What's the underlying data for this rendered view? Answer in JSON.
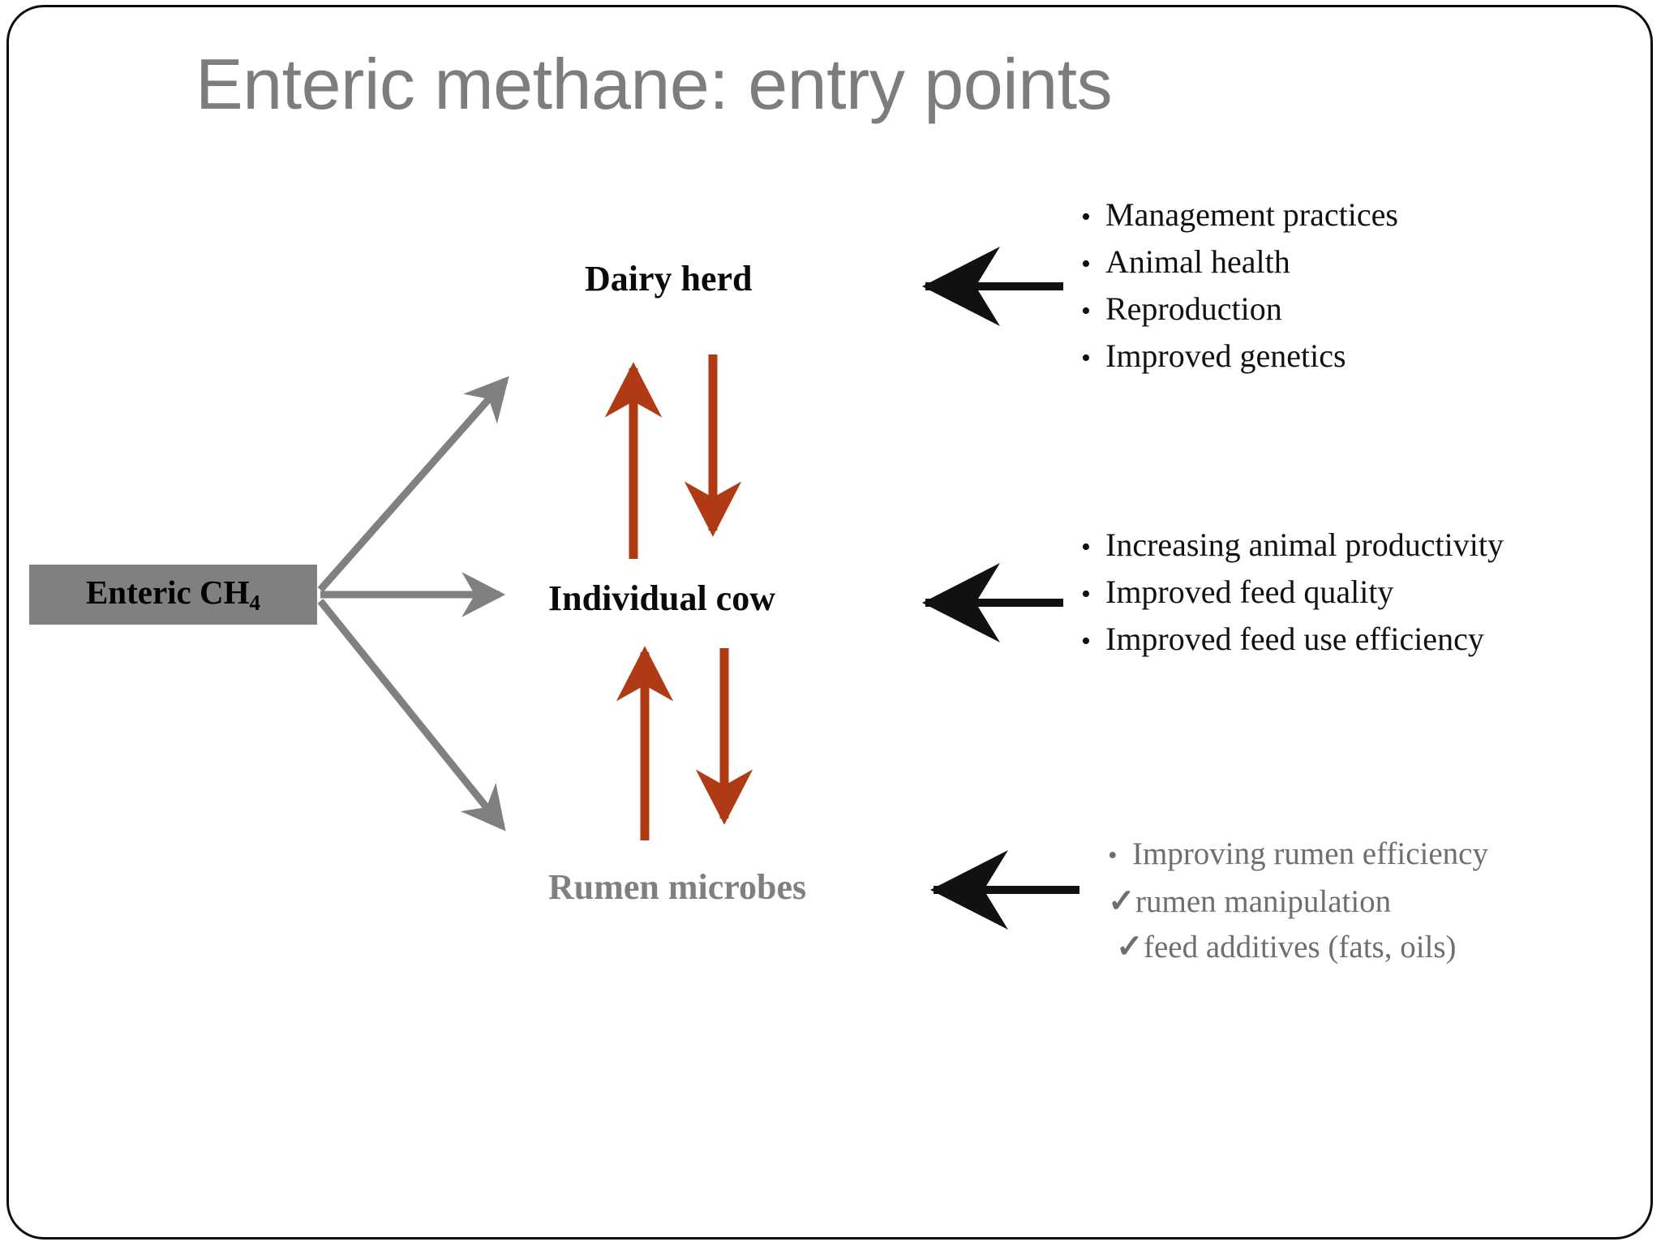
{
  "slide": {
    "title": "Enteric methane: entry points",
    "background_color": "#ffffff",
    "border_color": "#0d0d0d",
    "title_color": "#7d7d7d"
  },
  "source": {
    "label_prefix": "Enteric CH",
    "label_subscript": "4",
    "box_color": "#808080",
    "text_color": "#000000"
  },
  "tiers": [
    {
      "id": "dairy-herd",
      "label": "Dairy herd",
      "color": "#0a0a0a"
    },
    {
      "id": "individual-cow",
      "label": "Individual cow",
      "color": "#0a0a0a"
    },
    {
      "id": "rumen-microbes",
      "label": "Rumen microbes",
      "color": "#808080"
    }
  ],
  "arrow_colors": {
    "source_arrows": "#808080",
    "feedback_arrows": "#b03a14",
    "entry_point_arrows": "#111111"
  },
  "bullet_groups": [
    {
      "id": "herd",
      "target": "Dairy herd",
      "color": "#111111",
      "items": [
        {
          "mark": "•",
          "text": "Management practices"
        },
        {
          "mark": "•",
          "text": "Animal health"
        },
        {
          "mark": "•",
          "text": "Reproduction"
        },
        {
          "mark": "•",
          "text": "Improved genetics"
        }
      ]
    },
    {
      "id": "cow",
      "target": "Individual cow",
      "color": "#111111",
      "items": [
        {
          "mark": "•",
          "text": "Increasing animal productivity"
        },
        {
          "mark": "•",
          "text": "Improved feed quality"
        },
        {
          "mark": "•",
          "text": "Improved feed use efficiency"
        }
      ]
    },
    {
      "id": "rumen",
      "target": "Rumen microbes",
      "color": "#6f6d70",
      "items": [
        {
          "mark": "•",
          "text": "Improving rumen efficiency"
        },
        {
          "mark": "✓",
          "text": "rumen manipulation"
        },
        {
          "mark": "✓",
          "text": " feed additives (fats, oils)"
        }
      ]
    }
  ]
}
